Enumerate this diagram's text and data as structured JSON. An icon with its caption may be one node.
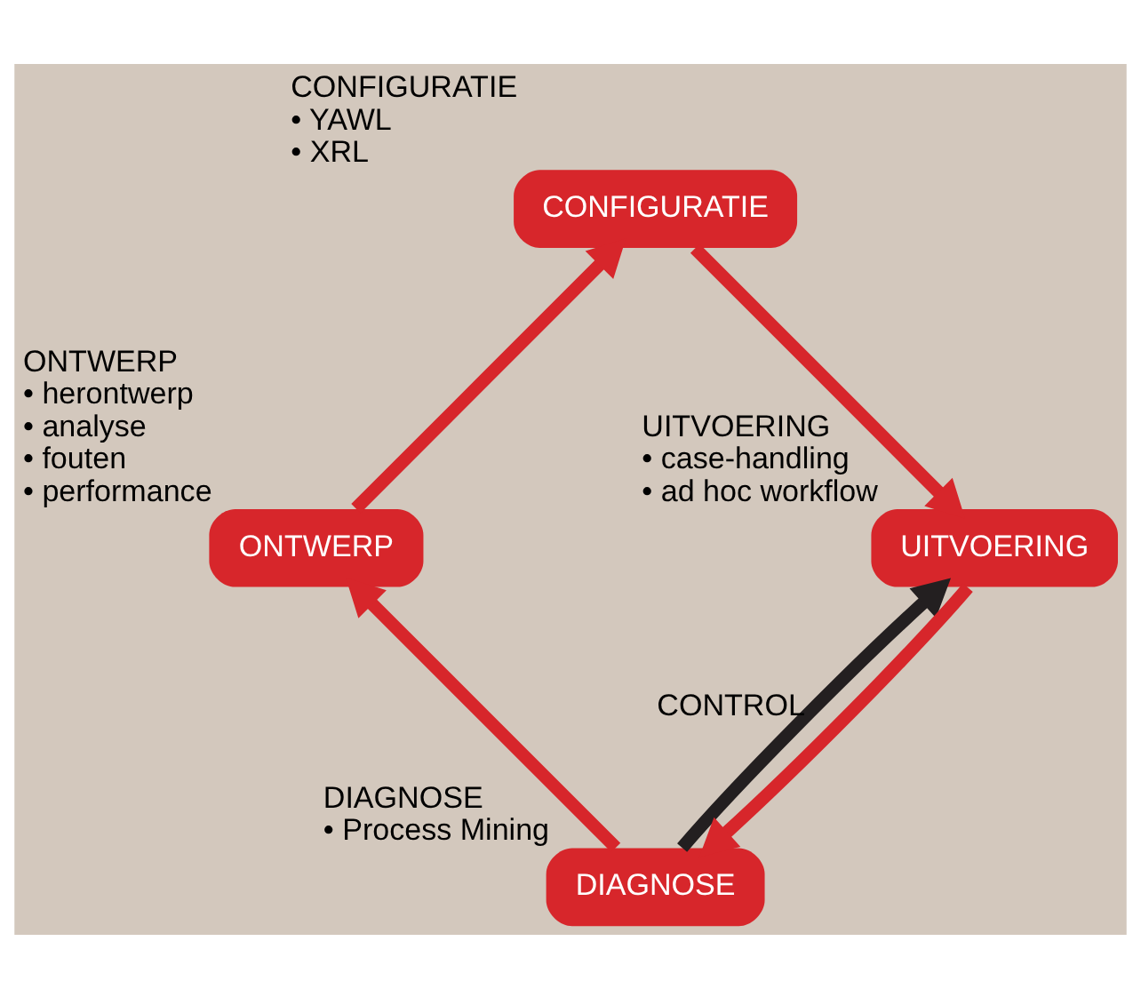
{
  "diagram": {
    "nodes": [
      {
        "text": [
          "DIAGNOSE"
        ],
        "beside": [
          "DIAGNOSE",
          "• Process Mining"
        ]
      },
      {
        "text": [
          "ONTWERP"
        ],
        "beside": [
          "ONTWERP",
          "• herontwerp",
          "• analyse",
          "• fouten",
          "• performance"
        ]
      },
      {
        "text": [
          "CONFIGURATIE"
        ],
        "beside": [
          "CONFIGURATIE",
          "• YAWL",
          "• XRL"
        ]
      },
      {
        "text": [
          "UITVOERING"
        ],
        "beside": [
          "UITVOERING",
          "• case-handling",
          "• ad hoc workflow"
        ]
      }
    ],
    "edges": [
      {
        "from": 0,
        "to": 1,
        "arrow": "to"
      },
      {
        "from": 1,
        "to": 2,
        "arrow": "to"
      },
      {
        "from": 2,
        "to": 3,
        "arrow": "to"
      },
      {
        "from": 3,
        "to": 0,
        "arrow": "to"
      },
      {
        "from": 0,
        "to": 3,
        "arrow": "to",
        "label": "CONTROL",
        "color": "#231f20"
      }
    ]
  }
}
